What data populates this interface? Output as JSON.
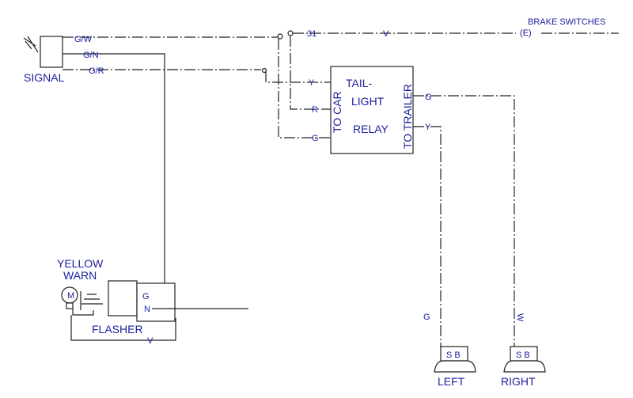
{
  "diagram": {
    "components": {
      "signal": "SIGNAL",
      "brake_switches": "BRAKE SWITCHES",
      "brake_code": "(E)",
      "terminal_31": "31",
      "relay_line1": "TAIL-",
      "relay_line2": "LIGHT",
      "relay_line3": "RELAY",
      "to_car": "TO CAR",
      "to_trailer": "TO TRAILER",
      "yellow": "YELLOW",
      "warn": "WARN",
      "flasher": "FLASHER",
      "left": "LEFT",
      "right": "RIGHT",
      "lamp_label": "M",
      "plug_left": "S B",
      "plug_right": "S B"
    },
    "wires": {
      "gw": "G/W",
      "gn": "G/N",
      "gr": "G/R",
      "v_brake": "V",
      "y_car": "Y",
      "r_car": "R",
      "g_car": "G",
      "g_trailer": "G",
      "y_trailer": "Y",
      "flasher_g": "G",
      "flasher_n": "N",
      "flasher_v": "V",
      "left_g": "G",
      "right_w": "W"
    },
    "colors": {
      "label": "#1a1f9c",
      "line": "#222222"
    }
  }
}
